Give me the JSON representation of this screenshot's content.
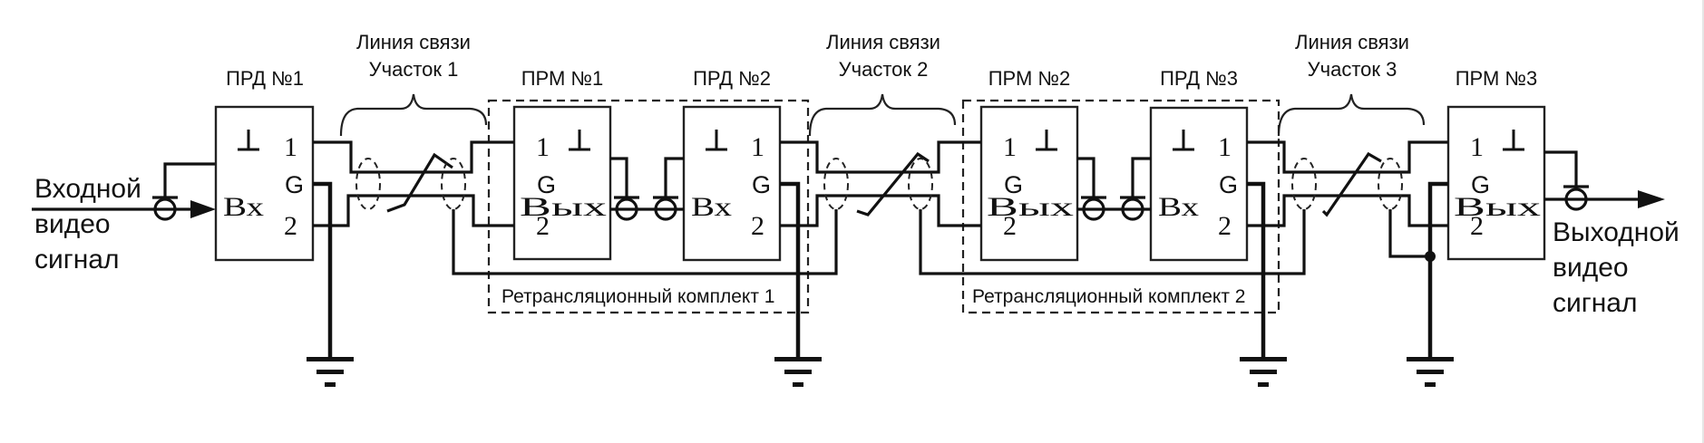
{
  "title": "Схема ретрансляции видеосигнала по линии связи",
  "input_signal": {
    "lines": [
      "Входной",
      "видео",
      "сигнал"
    ]
  },
  "output_signal": {
    "lines": [
      "Выходной",
      "видео",
      "сигнал"
    ]
  },
  "blocks": [
    {
      "id": "prd1",
      "label": "ПРД №1",
      "type": "transmitter",
      "port_label": "Вх",
      "ground_symbol": "⊥",
      "pins": [
        "1",
        "G",
        "2"
      ]
    },
    {
      "id": "prm1",
      "label": "ПРМ №1",
      "type": "receiver",
      "port_label": "Вых",
      "ground_symbol": "⊥",
      "pins": [
        "1",
        "G",
        "2"
      ]
    },
    {
      "id": "prd2",
      "label": "ПРД №2",
      "type": "transmitter",
      "port_label": "Вх",
      "ground_symbol": "⊥",
      "pins": [
        "1",
        "G",
        "2"
      ]
    },
    {
      "id": "prm2",
      "label": "ПРМ №2",
      "type": "receiver",
      "port_label": "Вых",
      "ground_symbol": "⊥",
      "pins": [
        "1",
        "G",
        "2"
      ]
    },
    {
      "id": "prd3",
      "label": "ПРД №3",
      "type": "transmitter",
      "port_label": "Вх",
      "ground_symbol": "⊥",
      "pins": [
        "1",
        "G",
        "2"
      ]
    },
    {
      "id": "prm3",
      "label": "ПРМ №3",
      "type": "receiver",
      "port_label": "Вых",
      "ground_symbol": "⊥",
      "pins": [
        "1",
        "G",
        "2"
      ]
    }
  ],
  "line_sections": [
    {
      "title": "Линия связи",
      "section": "Участок 1"
    },
    {
      "title": "Линия связи",
      "section": "Участок 2"
    },
    {
      "title": "Линия связи",
      "section": "Участок 3"
    }
  ],
  "relay_sets": [
    {
      "label": "Ретрансляционный комплект 1"
    },
    {
      "label": "Ретрансляционный комплект 2"
    }
  ],
  "colors": {
    "ink": "#111111",
    "background": "#ffffff"
  }
}
